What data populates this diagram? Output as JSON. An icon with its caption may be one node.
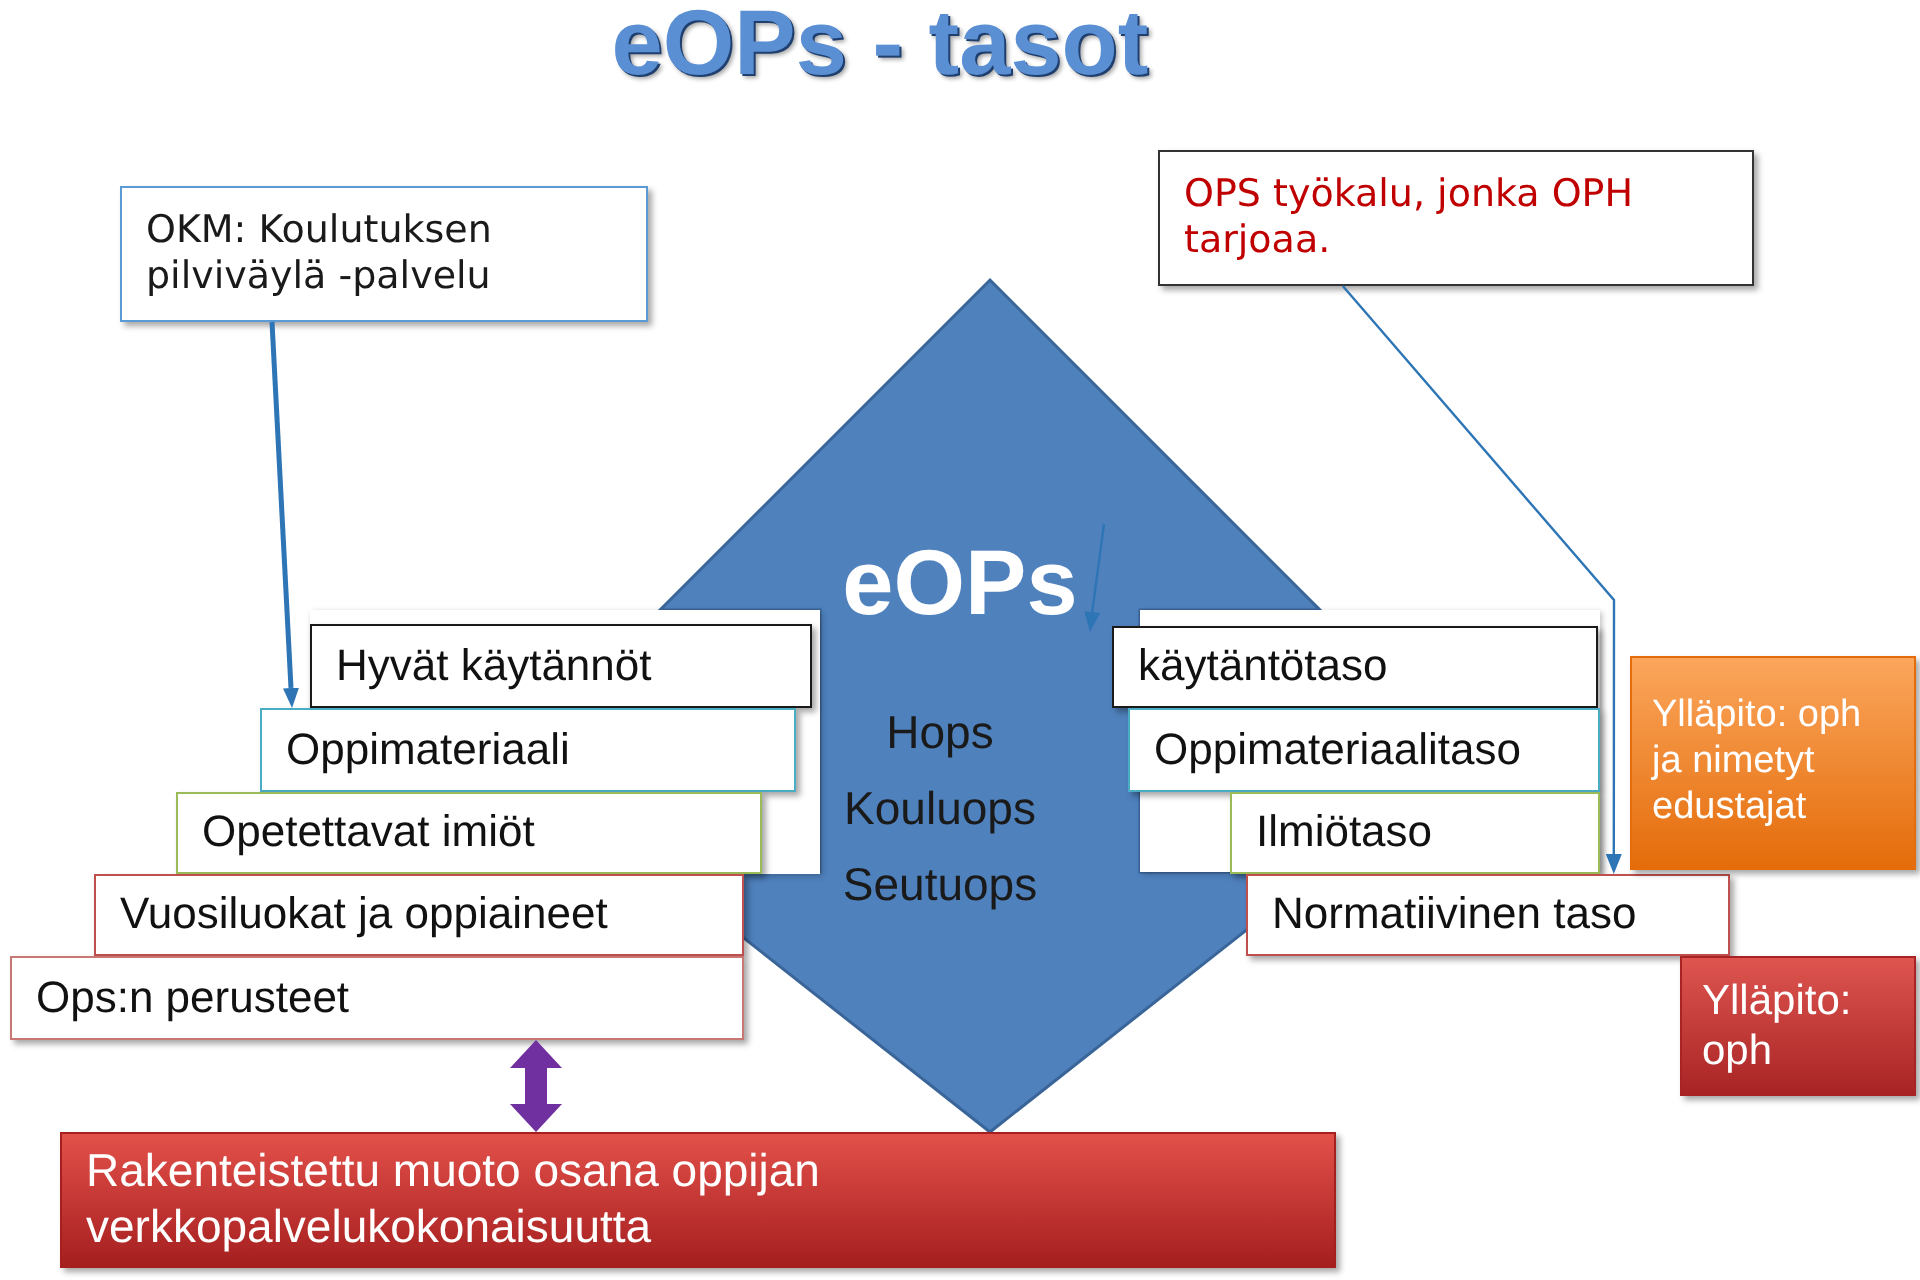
{
  "diagram": {
    "title": "eOPs - tasot",
    "nodes": [
      {
        "text": [
          "OKM: Koulutuksen pilviväylä -palvelu"
        ]
      },
      {
        "text": [
          "OPS työkalu, jonka OPH tarjoaa."
        ]
      },
      {
        "text": [
          "eOPs",
          "Hops",
          "Kouluops",
          "Seutuops"
        ]
      },
      {
        "text": [
          "Hyvät käytännöt"
        ]
      },
      {
        "text": [
          "Oppimateriaali"
        ]
      },
      {
        "text": [
          "Opetettavat imiöt"
        ]
      },
      {
        "text": [
          "Vuosiluokat ja oppiaineet"
        ]
      },
      {
        "text": [
          "Ops:n perusteet"
        ]
      },
      {
        "text": [
          "käytäntötaso"
        ]
      },
      {
        "text": [
          "Oppimateriaalitaso"
        ]
      },
      {
        "text": [
          "Ilmiötaso"
        ]
      },
      {
        "text": [
          "Normatiivinen taso"
        ]
      },
      {
        "text": [
          "Ylläpito: oph ja nimetyt edustajat"
        ]
      },
      {
        "text": [
          "Ylläpito: oph"
        ]
      },
      {
        "text": [
          "Rakenteistettu muoto osana oppijan verkkopalvelukokonaisuutta"
        ]
      }
    ],
    "edges": [
      {
        "from": 0,
        "to": 4,
        "arrow": "to"
      },
      {
        "from": 1,
        "to": 11,
        "arrow": "to"
      },
      {
        "from": 7,
        "to": 14,
        "arrow": "both",
        "style": "thick",
        "color": "#7030a0"
      }
    ]
  }
}
